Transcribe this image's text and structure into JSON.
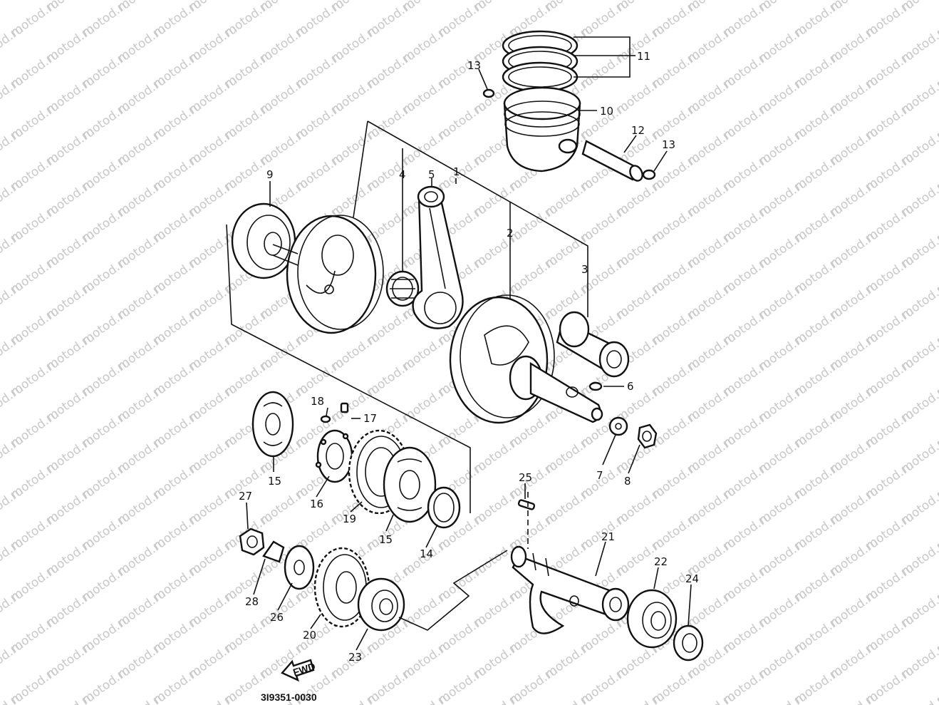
{
  "watermark": "motod.ru",
  "diagram_code": "3I9351-0030",
  "fwd_label": "FWD",
  "callouts": [
    {
      "id": "c1",
      "text": "1"
    },
    {
      "id": "c2",
      "text": "2"
    },
    {
      "id": "c3",
      "text": "3"
    },
    {
      "id": "c4",
      "text": "4"
    },
    {
      "id": "c5",
      "text": "5"
    },
    {
      "id": "c6",
      "text": "6"
    },
    {
      "id": "c7",
      "text": "7"
    },
    {
      "id": "c8",
      "text": "8"
    },
    {
      "id": "c9",
      "text": "9"
    },
    {
      "id": "c10",
      "text": "10"
    },
    {
      "id": "c11",
      "text": "11"
    },
    {
      "id": "c12",
      "text": "12"
    },
    {
      "id": "c13a",
      "text": "13"
    },
    {
      "id": "c13b",
      "text": "13"
    },
    {
      "id": "c14",
      "text": "14"
    },
    {
      "id": "c15a",
      "text": "15"
    },
    {
      "id": "c15b",
      "text": "15"
    },
    {
      "id": "c16",
      "text": "16"
    },
    {
      "id": "c17",
      "text": "17"
    },
    {
      "id": "c18",
      "text": "18"
    },
    {
      "id": "c19",
      "text": "19"
    },
    {
      "id": "c20",
      "text": "20"
    },
    {
      "id": "c21",
      "text": "21"
    },
    {
      "id": "c22",
      "text": "22"
    },
    {
      "id": "c23",
      "text": "23"
    },
    {
      "id": "c24",
      "text": "24"
    },
    {
      "id": "c25",
      "text": "25"
    },
    {
      "id": "c26",
      "text": "26"
    },
    {
      "id": "c27",
      "text": "27"
    },
    {
      "id": "c28",
      "text": "28"
    }
  ]
}
